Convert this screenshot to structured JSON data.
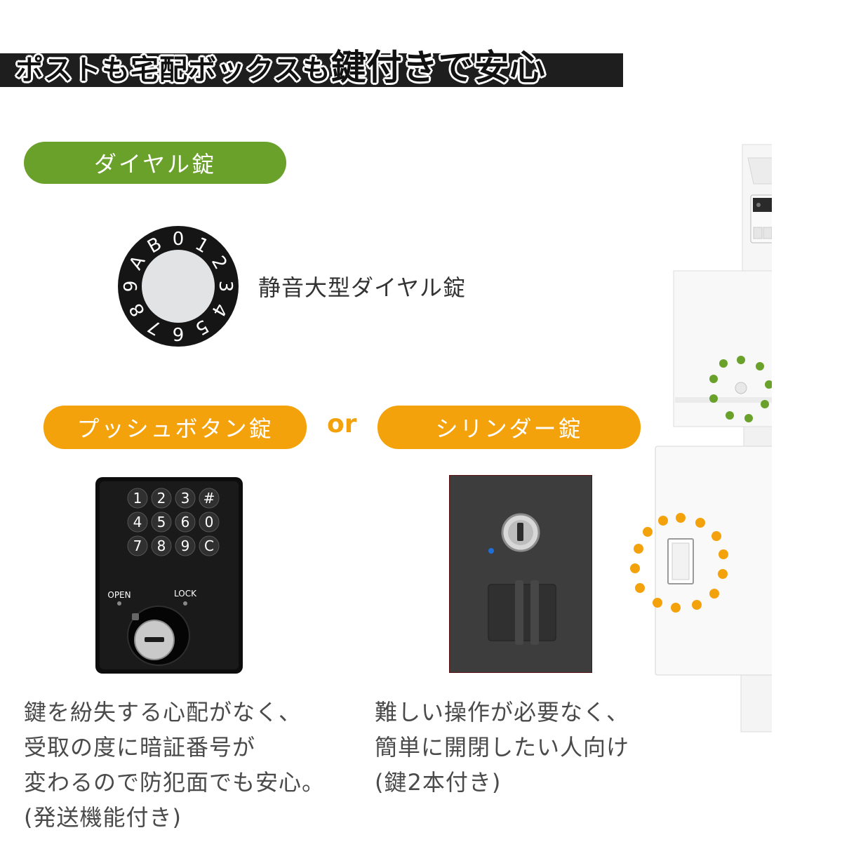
{
  "header": {
    "title_part1": "ポストも宅配ボックスも",
    "title_part2": "鍵付きで安心"
  },
  "dial": {
    "pill_label": "ダイヤル錠",
    "caption": "静音大型ダイヤル錠",
    "digits": [
      "0",
      "1",
      "2",
      "3",
      "4",
      "5",
      "6",
      "7",
      "8",
      "9",
      "A",
      "B"
    ]
  },
  "push": {
    "pill_label": "プッシュボタン錠",
    "keys": [
      "1",
      "2",
      "3",
      "#",
      "4",
      "5",
      "6",
      "0",
      "7",
      "8",
      "9",
      "C"
    ],
    "open_label": "OPEN",
    "lock_label": "LOCK",
    "desc_lines": [
      "鍵を紛失する心配がなく、",
      "受取の度に暗証番号が",
      "変わるので防犯面でも安心。",
      "(発送機能付き)"
    ]
  },
  "or_label": "or",
  "cylinder": {
    "pill_label": "シリンダー錠",
    "desc_lines": [
      "難しい操作が必要なく、",
      "簡単に開閉したい人向け",
      "(鍵2本付き)"
    ]
  },
  "colors": {
    "green": "#6aa12a",
    "orange": "#f4a20c",
    "header_bg": "#1e1e1e"
  },
  "icons": {
    "dial": "dial-lock-icon",
    "keypad": "keypad-lock-icon",
    "cylinder": "cylinder-lock-icon",
    "product": "post-pole-icon"
  }
}
